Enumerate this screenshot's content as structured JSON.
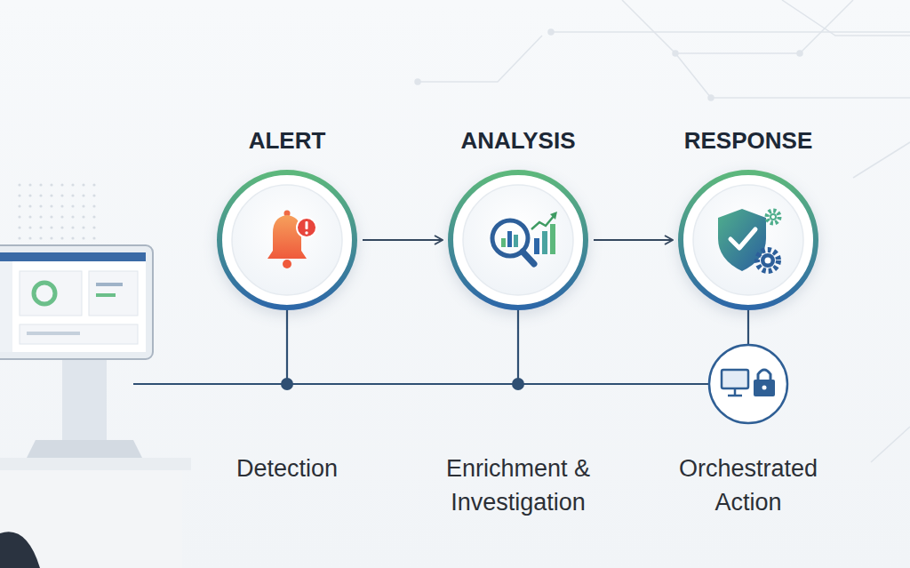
{
  "diagram": {
    "nodes": [
      {
        "text": [
          "ALERT"
        ]
      },
      {
        "text": [
          "ANALYSIS"
        ]
      },
      {
        "text": [
          "RESPONSE"
        ]
      }
    ],
    "edges": [
      {
        "from": 0,
        "to": 1,
        "arrow": "to"
      },
      {
        "from": 1,
        "to": 2,
        "arrow": "to"
      }
    ],
    "labels": [
      "Detection",
      "Enrichment & Investigation",
      "Orchestrated Action"
    ]
  }
}
